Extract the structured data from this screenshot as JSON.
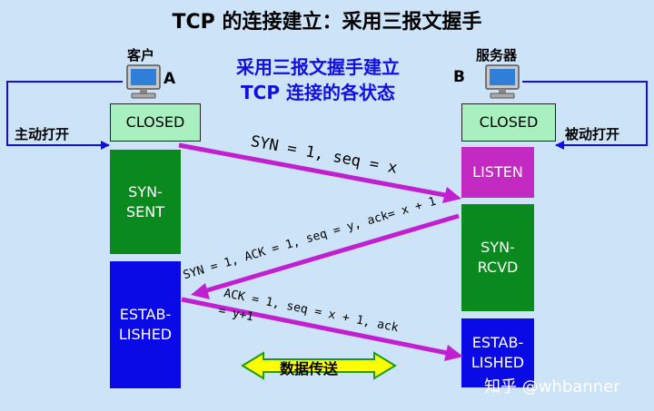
{
  "title": "TCP  的连接建立：采用三报文握手",
  "subtitle_line1": "采用三报文握手建立",
  "subtitle_line2": "TCP  连接的各状态",
  "client": {
    "label": "客户",
    "letter": "A"
  },
  "server": {
    "label": "服务器",
    "letter": "B"
  },
  "client_states": [
    "CLOSED",
    "SYN-\nSENT",
    "ESTAB-\nLISHED"
  ],
  "server_states": [
    "CLOSED",
    "LISTEN",
    "SYN-\nRCVD",
    "ESTAB-\nLISHED"
  ],
  "active_open": "主动打开",
  "passive_open": "被动打开",
  "messages": {
    "syn": "SYN = 1, seq = x",
    "synack": "SYN = 1, ACK = 1, seq = y, ack= x + 1",
    "ack_line1": "ACK = 1, seq = x + 1, ack",
    "ack_line2": "= y+1"
  },
  "data_transfer": "数据传送",
  "watermark": "知乎 @whbanner",
  "colors": {
    "closed": "#a8f0c0",
    "syn_sent": "#0a8a1e",
    "established": "#0a0ae6",
    "listen": "#c22ac2",
    "arrow": "#c020d0",
    "data_arrow": "#ffff00"
  }
}
